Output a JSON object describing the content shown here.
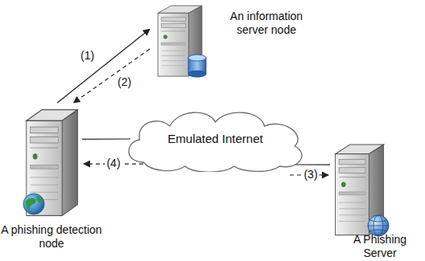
{
  "diagram": {
    "nodes": [
      {
        "text": [
          "An information server node"
        ]
      },
      {
        "text": [
          "Emulated Internet"
        ]
      },
      {
        "text": [
          "A phishing detection node"
        ]
      },
      {
        "text": [
          "A Phishing Server"
        ]
      }
    ],
    "edges": [
      {
        "from": 2,
        "to": 0,
        "arrow": "to",
        "label": "(1)"
      },
      {
        "from": 0,
        "to": 2,
        "arrow": "to",
        "label": "(2)"
      },
      {
        "from": 2,
        "to": 1,
        "arrow": "none"
      },
      {
        "from": 1,
        "to": 2,
        "arrow": "to",
        "label": "(4)"
      },
      {
        "from": 1,
        "to": 3,
        "arrow": "none"
      },
      {
        "from": 1,
        "to": 3,
        "arrow": "to",
        "label": "(3)"
      }
    ]
  }
}
